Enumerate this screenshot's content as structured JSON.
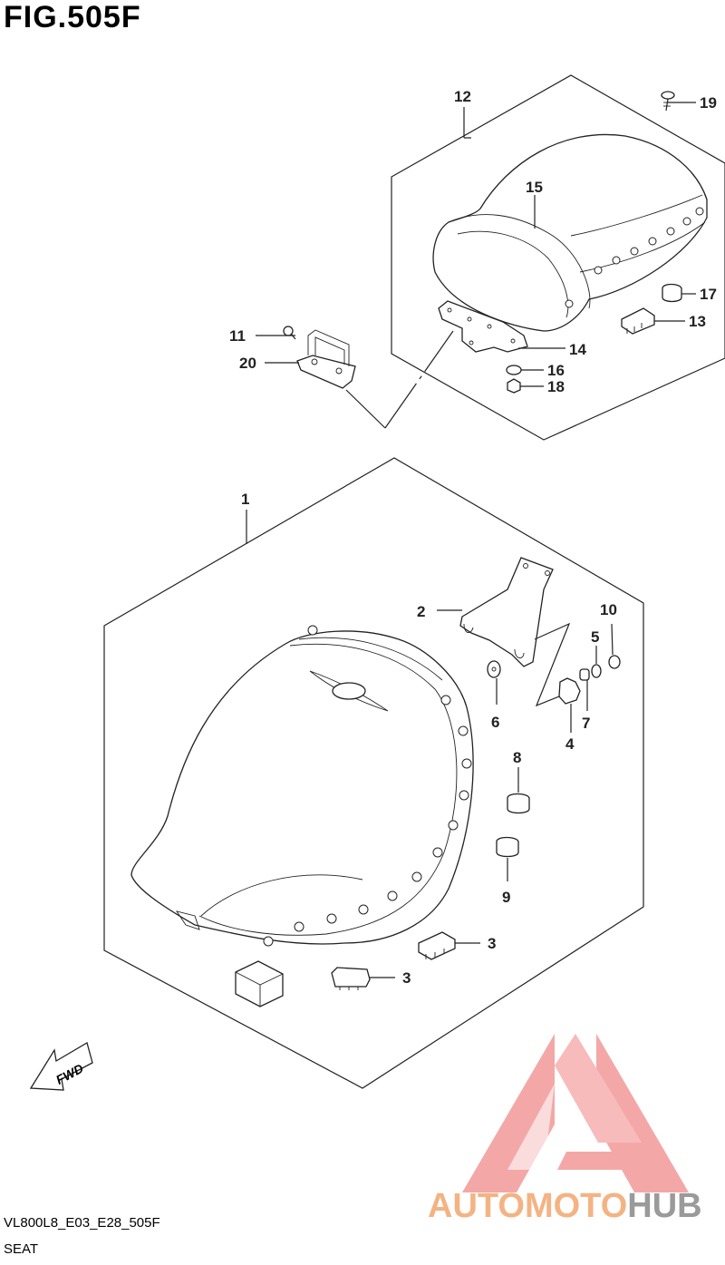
{
  "figure": {
    "title": "FIG.505F",
    "model_code": "VL800L8_E03_E28_505F",
    "description": "SEAT"
  },
  "callouts": {
    "c1": "1",
    "c2": "2",
    "c3a": "3",
    "c3b": "3",
    "c4": "4",
    "c5": "5",
    "c6": "6",
    "c7": "7",
    "c8": "8",
    "c9": "9",
    "c10": "10",
    "c11": "11",
    "c12": "12",
    "c13": "13",
    "c14": "14",
    "c15": "15",
    "c16": "16",
    "c17": "17",
    "c18": "18",
    "c19": "19",
    "c20": "20"
  },
  "fwd_arrow": {
    "label": "FWD"
  },
  "watermark": {
    "part1": "AUTOMOTO",
    "part2": "HUB",
    "colors": {
      "logo": "#f29a98",
      "text_primary": "#f4b383",
      "text_secondary": "#9a9a9a"
    }
  }
}
